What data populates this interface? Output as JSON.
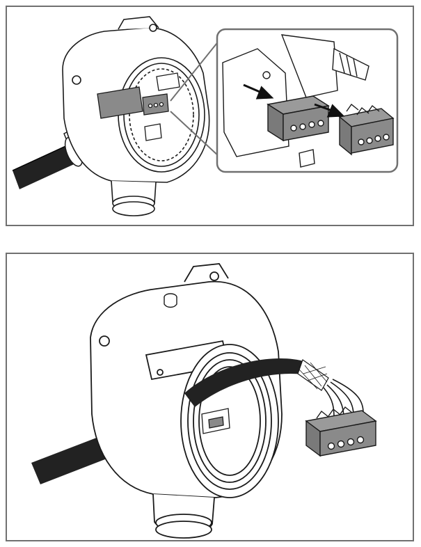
{
  "figure": {
    "panels": [
      {
        "id": "step-1",
        "description_icon": "connector-removal-illustration"
      },
      {
        "id": "step-2",
        "description_icon": "cable-connector-illustration"
      }
    ],
    "colors": {
      "border": "#707070",
      "line": "#1a1a1a",
      "connector_gray": "#8a8a8a",
      "cable": "#222222",
      "background": "#ffffff"
    }
  }
}
